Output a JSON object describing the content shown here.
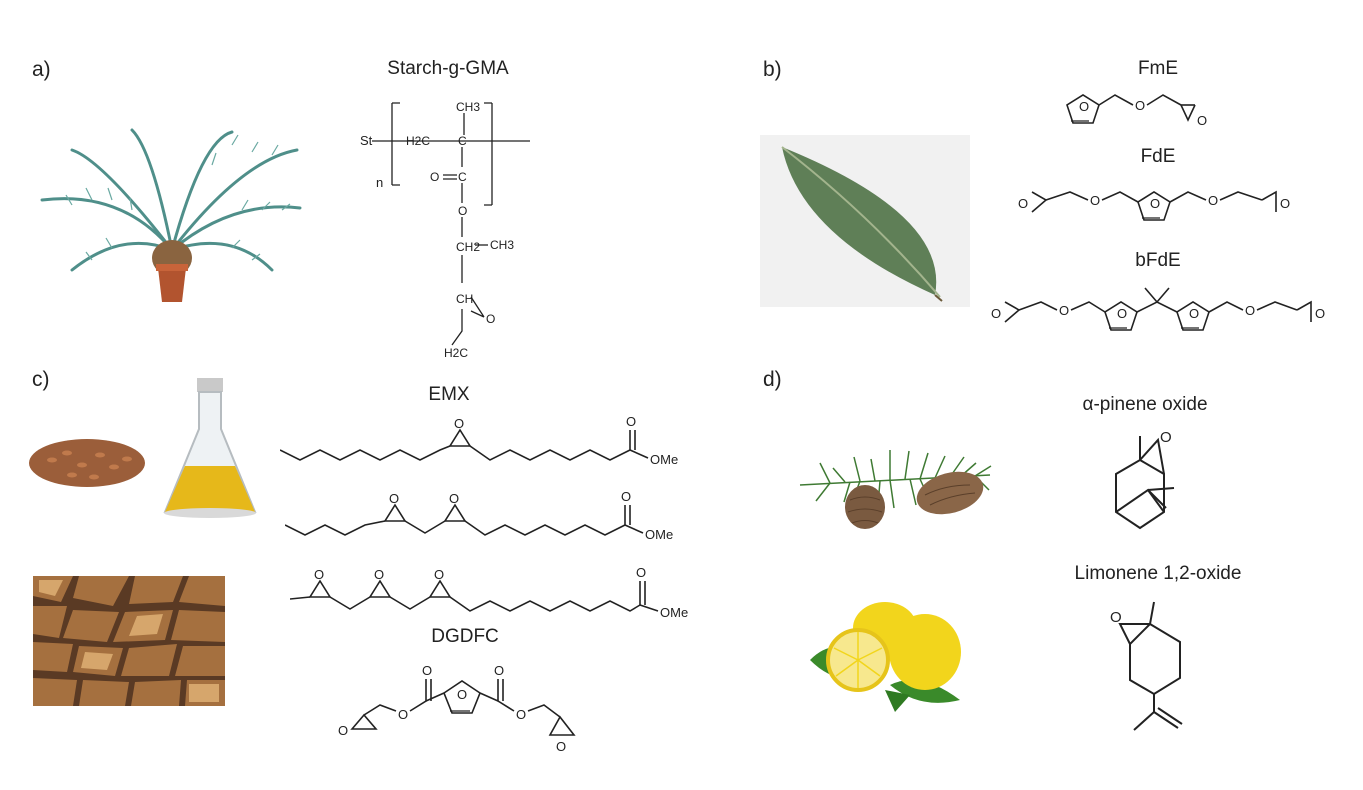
{
  "figure": {
    "panels": [
      {
        "label": "a)",
        "molecules": [
          "Starch-g-GMA"
        ]
      },
      {
        "label": "b)",
        "molecules": [
          "FmE",
          "FdE",
          "bFdE"
        ]
      },
      {
        "label": "c)",
        "molecules": [
          "EMX",
          "DGDFC"
        ]
      },
      {
        "label": "d)",
        "molecules": [
          "α-pinene oxide",
          "Limonene 1,2-oxide"
        ]
      }
    ],
    "atoms": {
      "st": "St",
      "n": "n",
      "ch3": "CH3",
      "h2c": "H2C",
      "c": "C",
      "o": "O",
      "ch2": "CH2",
      "ch": "CH",
      "ome": "OMe",
      "ring_o": "O"
    }
  },
  "colors": {
    "text": "#222222",
    "palm_green": "#4f8f8a",
    "leaf_green": "#5f7f57",
    "oil_yellow": "#e6b81a",
    "lemon_yellow": "#f2d51c",
    "wood_brown": "#a5703f",
    "pine_green": "#3f7a33",
    "cone_brown": "#7a5a40"
  },
  "icons": [
    "sago-palm-image",
    "bay-leaf-image",
    "flax-seeds-image",
    "oil-flask-image",
    "firewood-image",
    "pine-cone-image",
    "lemon-image"
  ]
}
